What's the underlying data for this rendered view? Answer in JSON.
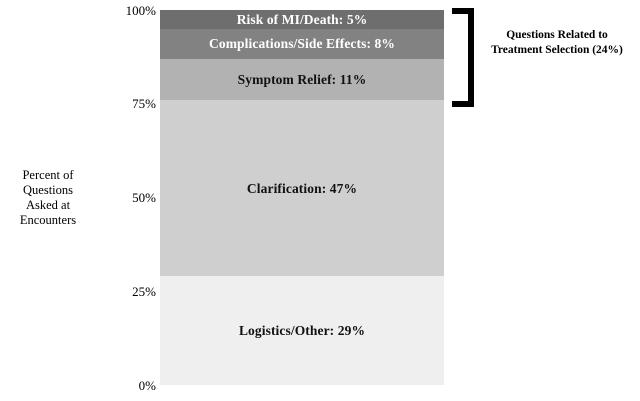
{
  "chart_data": {
    "type": "bar",
    "title": "",
    "subtitle": "",
    "orientation": "vertical",
    "stacked": true,
    "categories": [
      "Questions Asked at Encounters"
    ],
    "xlabel": "",
    "ylabel": "Percent of\nQuestions\nAsked at\nEncounters",
    "ylim": [
      0,
      100
    ],
    "ytick_labels": [
      "100%",
      "75%",
      "50%",
      "25%",
      "0%"
    ],
    "ytick_values": [
      100,
      75,
      50,
      25,
      0
    ],
    "grid": false,
    "legend": "none",
    "series": [
      {
        "name": "Risk of MI/Death",
        "label": "Risk of MI/Death: 5%",
        "value": 5,
        "color": "#6e6e6e",
        "text_color": "#ffffff"
      },
      {
        "name": "Complications/Side Effects",
        "label": "Complications/Side Effects: 8%",
        "value": 8,
        "color": "#828282",
        "text_color": "#ffffff"
      },
      {
        "name": "Symptom Relief",
        "label": "Symptom Relief: 11%",
        "value": 11,
        "color": "#b2b2b2",
        "text_color": "#111111"
      },
      {
        "name": "Clarification",
        "label": "Clarification: 47%",
        "value": 47,
        "color": "#cfcfcf",
        "text_color": "#111111"
      },
      {
        "name": "Logistics/Other",
        "label": "Logistics/Other: 29%",
        "value": 29,
        "color": "#efefef",
        "text_color": "#111111"
      }
    ],
    "annotations": [
      {
        "text": "Questions Related to\nTreatment Selection (24%)",
        "covers": [
          "Risk of MI/Death",
          "Complications/Side Effects",
          "Symptom Relief"
        ],
        "total": 24,
        "marker": "bracket-right"
      }
    ]
  },
  "axis": {
    "y_title": "Percent of\nQuestions\nAsked at\nEncounters",
    "ticks": [
      {
        "label": "100%",
        "value": 100
      },
      {
        "label": "75%",
        "value": 75
      },
      {
        "label": "50%",
        "value": 50
      },
      {
        "label": "25%",
        "value": 25
      },
      {
        "label": "0%",
        "value": 0
      }
    ]
  },
  "segments": [
    {
      "label": "Risk of MI/Death: 5%"
    },
    {
      "label": "Complications/Side Effects: 8%"
    },
    {
      "label": "Symptom Relief: 11%"
    },
    {
      "label": "Clarification: 47%"
    },
    {
      "label": "Logistics/Other: 29%"
    }
  ],
  "annotation": {
    "text": "Questions Related to\nTreatment Selection (24%)"
  }
}
